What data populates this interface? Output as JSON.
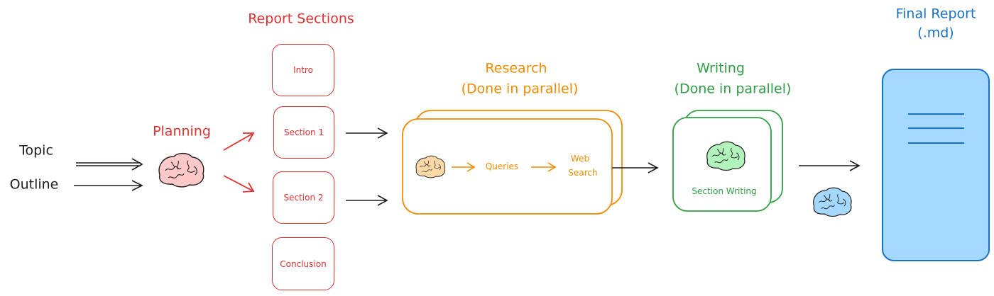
{
  "inputs": {
    "topic": "Topic",
    "outline": "Outline"
  },
  "planning": {
    "label": "Planning"
  },
  "report_sections": {
    "title": "Report Sections",
    "items": [
      "Intro",
      "Section 1",
      "Section 2",
      "Conclusion"
    ]
  },
  "research": {
    "title": "Research",
    "subtitle": "(Done in parallel)",
    "steps": {
      "queries": "Queries",
      "web": "Web",
      "search": "Search"
    }
  },
  "writing": {
    "title": "Writing",
    "subtitle": "(Done in parallel)",
    "label": "Section Writing"
  },
  "final_report": {
    "title": "Final Report",
    "subtitle": "(.md)"
  },
  "colors": {
    "red": "#e03131",
    "orange": "#f08c00",
    "green": "#2f9e44",
    "blue": "#1971c2",
    "blue_fill": "#a5d8ff",
    "pink_brain": "#ffc9c9",
    "orange_brain": "#ffd8a8",
    "green_brain": "#b2f2bb",
    "blue_brain": "#a5d8ff"
  }
}
